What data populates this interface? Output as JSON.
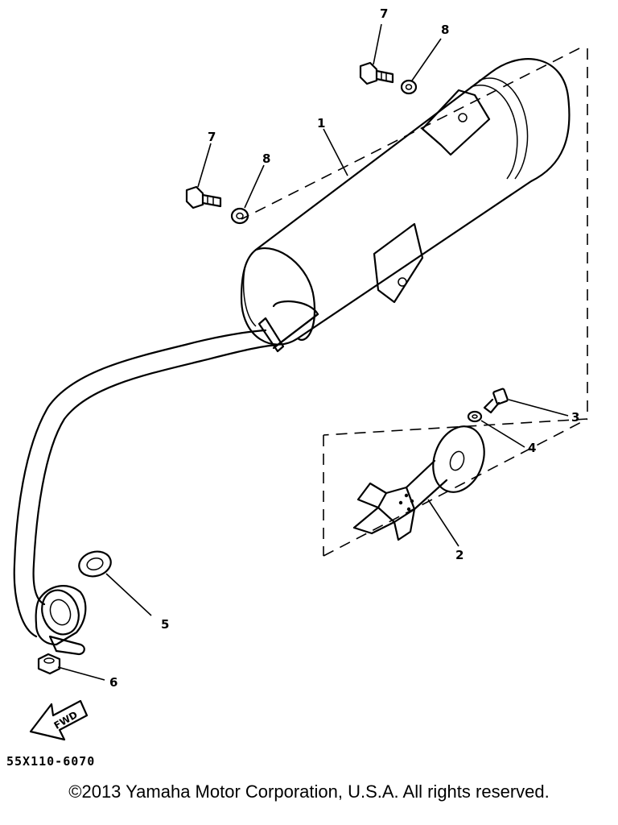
{
  "callouts": [
    "1",
    "2",
    "3",
    "4",
    "5",
    "6",
    "7",
    "8",
    "7",
    "8"
  ],
  "arrow_label": "FWD",
  "drawing_code": "55X110-6070",
  "copyright": "©2013 Yamaha Motor Corporation, U.S.A. All rights reserved."
}
